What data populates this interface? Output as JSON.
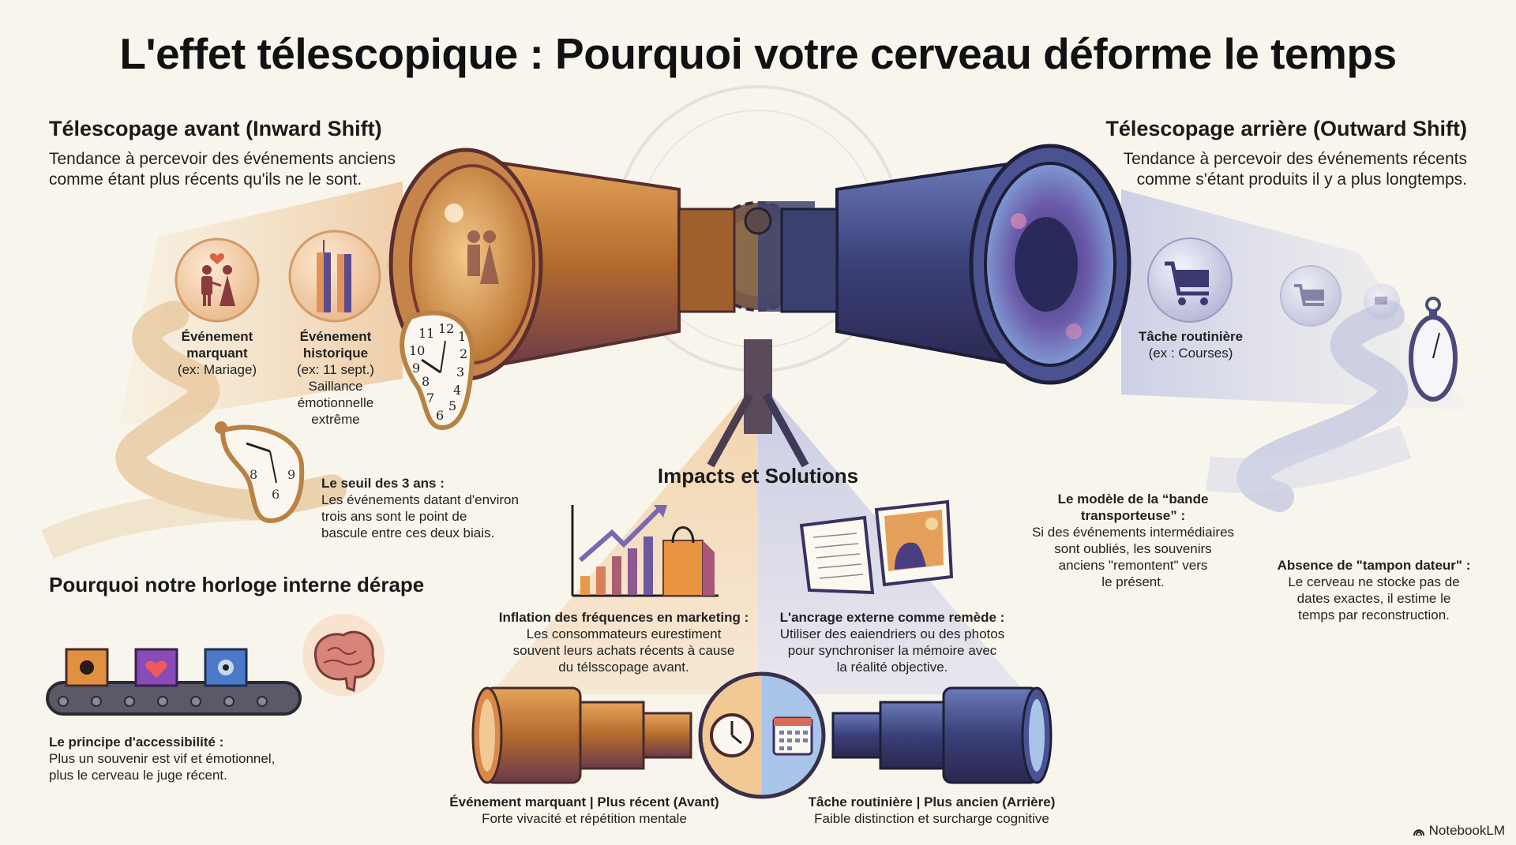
{
  "title": "L'effet télescopique : Pourquoi votre cerveau déforme le temps",
  "colors": {
    "background": "#f8f6ec",
    "forward_accent": "#c07a3a",
    "backward_accent": "#4f5a9a",
    "text": "#1c1a18"
  },
  "forward": {
    "heading": "Télescopage avant (Inward Shift)",
    "desc_line1": "Tendance à percevoir des événements anciens",
    "desc_line2": "comme étant plus récents qu'ils ne le sont.",
    "icons": [
      {
        "icon": "couple-heart-icon",
        "title_line1": "Événement",
        "title_line2": "marquant",
        "sub": "(ex: Mariage)"
      },
      {
        "icon": "twin-towers-icon",
        "title_line1": "Événement",
        "title_line2": "historique",
        "sub": "(ex: 11 sept.)",
        "extra_line1": "Saillance",
        "extra_line2": "émotionnelle",
        "extra_line3": "extrême"
      }
    ],
    "threshold": {
      "title": "Le seuil des 3 ans :",
      "line1": "Les événements datant d'environ",
      "line2": "trois ans sont le point de",
      "line3": "bascule entre ces deux biais."
    }
  },
  "backward": {
    "heading": "Télescopage arrière (Outward Shift)",
    "desc_line1": "Tendance à percevoir des événements récents",
    "desc_line2": "comme s'étant produits il y a plus longtemps.",
    "icon": {
      "icon": "shopping-cart-icon",
      "title": "Tâche routinière",
      "sub": "(ex : Courses)"
    },
    "belt_model": {
      "title_line1": "Le modèle de la “bande",
      "title_line2": "transporteuse” :",
      "line1": "Si des événements intermédiaires",
      "line2": "sont oubliés, les souvenirs",
      "line3": "anciens \"remontent\" vers",
      "line4": "le présent."
    },
    "no_timestamp": {
      "title": "Absence de \"tampon dateur\" :",
      "line1": "Le cerveau ne stocke pas de",
      "line2": "dates exactes, il estime le",
      "line3": "temps par reconstruction."
    }
  },
  "internal_clock": {
    "heading": "Pourquoi notre horloge interne dérape",
    "accessibility": {
      "title": "Le principe d'accessibilité :",
      "line1": "Plus un souvenir est vif et émotionnel,",
      "line2": "plus le cerveau le juge récent."
    }
  },
  "impacts": {
    "heading": "Impacts et Solutions",
    "marketing": {
      "icon": "growth-chart-shopping-bag-icon",
      "title": "Inflation des fréquences en marketing :",
      "line1": "Les consommateurs eurestiment",
      "line2": "souvent leurs achats récents à cause",
      "line3": "du télsscopage avant."
    },
    "anchoring": {
      "icon": "notebook-photo-icon",
      "title": "L'ancrage externe comme remède :",
      "line1": "Utiliser des eaiendriers ou des photos",
      "line2": "pour synchroniser la mémoire avec",
      "line3": "la réalité objective."
    }
  },
  "bottom": {
    "left_title": "Événement marquant | Plus récent (Avant)",
    "left_sub": "Forte vivacité et répétition mentale",
    "right_title": "Tâche routinière | Plus ancien (Arrière)",
    "right_sub": "Faible distinction et surcharge cognitive"
  },
  "clock_numbers": [
    "12",
    "1",
    "2",
    "3",
    "4",
    "5",
    "6",
    "7",
    "8",
    "9",
    "10",
    "11"
  ],
  "watermark": "NotebookLM"
}
